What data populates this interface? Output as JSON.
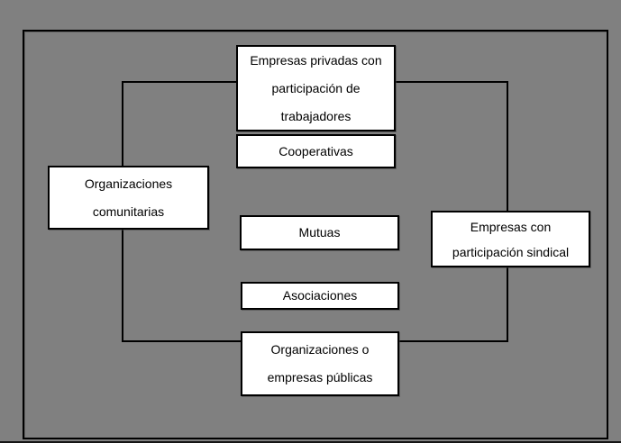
{
  "diagram": {
    "colors": {
      "background": "#808080",
      "box_fill": "#ffffff",
      "line": "#000000"
    },
    "boxes": {
      "empresas_privadas": {
        "lines": [
          "Empresas privadas con",
          "participación de",
          "trabajadores"
        ]
      },
      "cooperativas": {
        "lines": [
          "Cooperativas"
        ]
      },
      "organizaciones_comunitarias": {
        "lines": [
          "Organizaciones",
          "comunitarias"
        ]
      },
      "mutuas": {
        "lines": [
          "Mutuas"
        ]
      },
      "empresas_sindical": {
        "lines": [
          "Empresas con",
          "participación sindical"
        ]
      },
      "asociaciones": {
        "lines": [
          "Asociaciones"
        ]
      },
      "organizaciones_publicas": {
        "lines": [
          "Organizaciones o",
          "empresas públicas"
        ]
      }
    }
  }
}
